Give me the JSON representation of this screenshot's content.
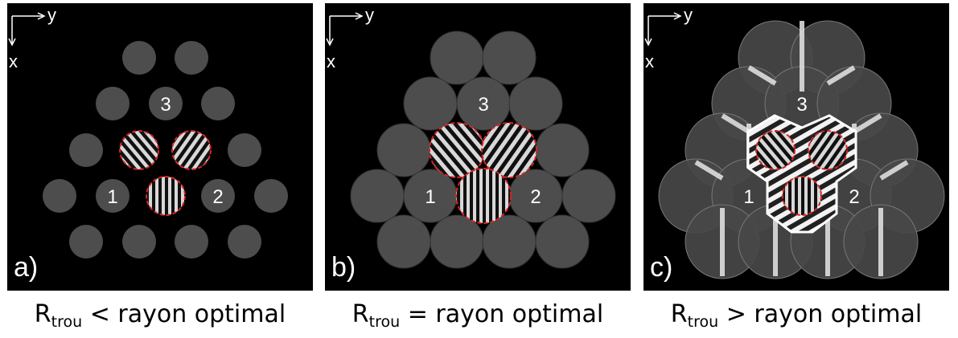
{
  "axes": {
    "x": "x",
    "y": "y"
  },
  "panels": [
    {
      "id": "a",
      "letter": "a)",
      "labels": [
        "3",
        "1",
        "2"
      ],
      "caption": {
        "r": "R",
        "sub": "trou",
        "text": " < rayon optimal"
      }
    },
    {
      "id": "b",
      "letter": "b)",
      "labels": [
        "3",
        "1",
        "2"
      ],
      "caption": {
        "r": "R",
        "sub": "trou",
        "text": " = rayon optimal"
      }
    },
    {
      "id": "c",
      "letter": "c)",
      "labels": [
        "3",
        "1",
        "2"
      ],
      "caption": {
        "r": "R",
        "sub": "trou",
        "text": " > rayon optimal"
      }
    }
  ],
  "colors": {
    "background": "#000000",
    "hole": "#4d4d4d",
    "highlight": "#dd2222",
    "text": "#ffffff"
  }
}
